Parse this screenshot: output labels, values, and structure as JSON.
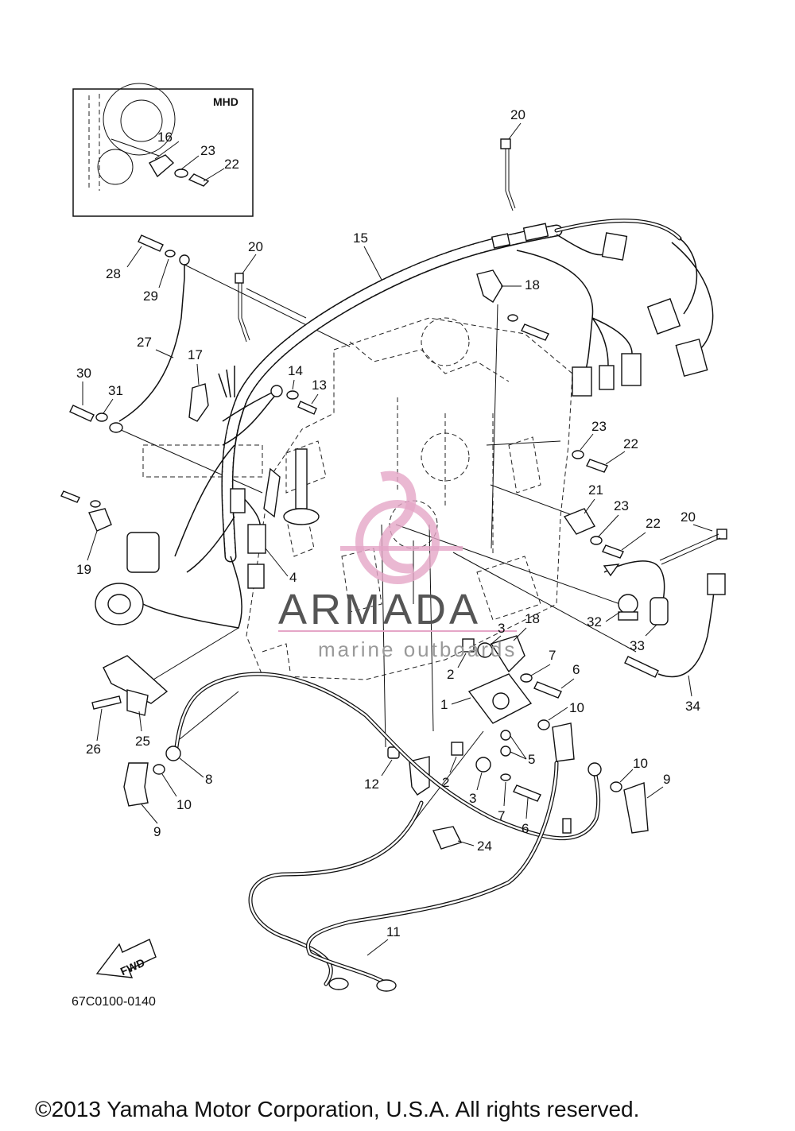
{
  "inset": {
    "label": "MHD",
    "callouts": [
      "16",
      "23",
      "22"
    ]
  },
  "callouts": [
    "20",
    "15",
    "18",
    "28",
    "29",
    "20",
    "27",
    "17",
    "14",
    "13",
    "30",
    "31",
    "23",
    "22",
    "21",
    "23",
    "22",
    "20",
    "19",
    "4",
    "32",
    "33",
    "34",
    "3",
    "18",
    "7",
    "6",
    "2",
    "1",
    "10",
    "5",
    "2",
    "12",
    "3",
    "7",
    "6",
    "10",
    "9",
    "8",
    "10",
    "9",
    "24",
    "26",
    "25",
    "11"
  ],
  "watermark": {
    "brand": "ARMADA",
    "tagline": "marine outboards",
    "accent_color": "#e5a6c7"
  },
  "fwd_label": "FWD",
  "diagram_code": "67C0100-0140",
  "copyright": "©2013 Yamaha Motor Corporation, U.S.A. All rights reserved."
}
